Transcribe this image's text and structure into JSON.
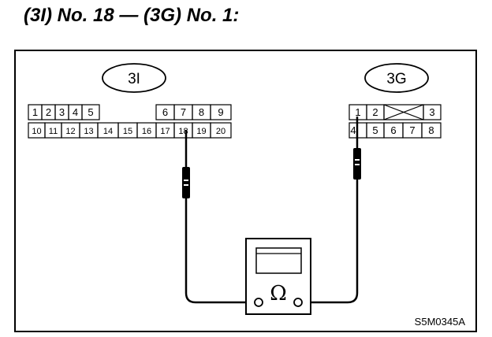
{
  "title": "(3I) No. 18 — (3G) No. 1:",
  "connector_left": {
    "name": "3I",
    "row1": [
      "1",
      "2",
      "3",
      "4",
      "5",
      "",
      "",
      "6",
      "7",
      "8",
      "9"
    ],
    "row2": [
      "10",
      "11",
      "12",
      "13",
      "14",
      "15",
      "16",
      "17",
      "18",
      "19",
      "20"
    ]
  },
  "connector_right": {
    "name": "3G",
    "row1": [
      "1",
      "2",
      "",
      "3"
    ],
    "row2": [
      "4",
      "5",
      "6",
      "7",
      "8"
    ]
  },
  "meter": {
    "symbol": "Ω"
  },
  "figure_code": "S5M0345A"
}
